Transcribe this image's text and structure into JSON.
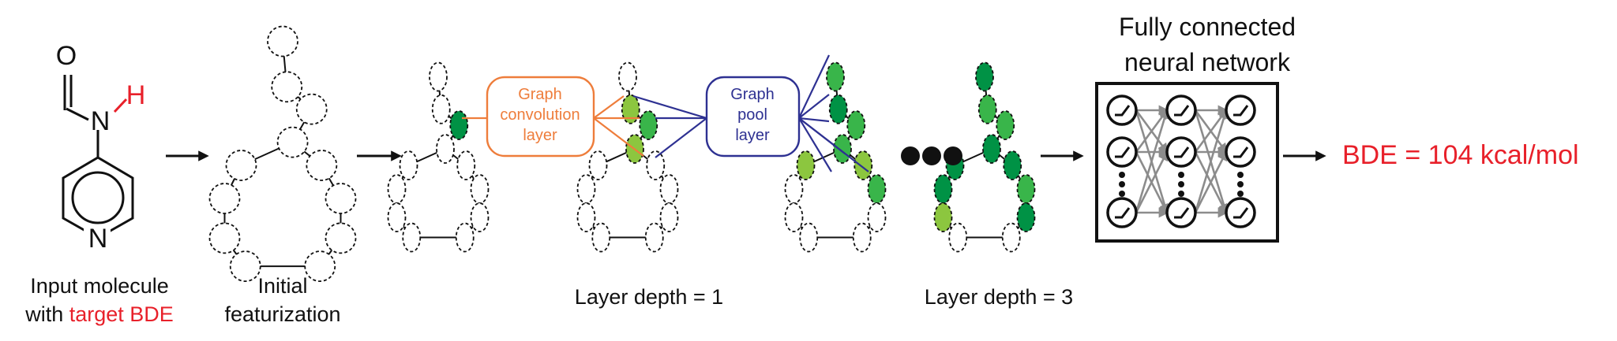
{
  "molecule": {
    "atom_o": "O",
    "atom_n_amide": "N",
    "atom_h": "H",
    "atom_n_ring": "N"
  },
  "labels": {
    "input_line1": "Input molecule",
    "input_line2_prefix": "with ",
    "input_line2_highlight": "target BDE",
    "init_line1": "Initial",
    "init_line2": "featurization",
    "depth1": "Layer depth = 1",
    "depth3": "Layer depth = 3",
    "fc_line1": "Fully connected",
    "fc_line2": "neural network",
    "result": "BDE = 104 kcal/mol"
  },
  "boxes": {
    "conv": [
      "Graph",
      "convolution",
      "layer"
    ],
    "pool": [
      "Graph",
      "pool",
      "layer"
    ]
  },
  "colors": {
    "highlight": "#e8202a",
    "conv": "#ee7d3b",
    "pool": "#2e3192",
    "green_light": "#8cc63f",
    "green_mid": "#39b54a",
    "green_dark": "#009245",
    "arrow_gray": "#8c8c8c"
  },
  "node_colors": {
    "graph_a": [
      "",
      "",
      "green_dark",
      "",
      "",
      "",
      "",
      "",
      "",
      "",
      "",
      ""
    ],
    "graph_b": [
      "",
      "green_light",
      "green_mid",
      "green_light",
      "",
      "",
      "",
      "",
      "",
      "",
      "",
      ""
    ],
    "graph_c": [
      "green_mid",
      "green_dark",
      "green_mid",
      "green_mid",
      "green_light",
      "green_light",
      "green_mid",
      "",
      "",
      "",
      "",
      ""
    ],
    "graph_d": [
      "green_dark",
      "green_mid",
      "green_mid",
      "green_dark",
      "green_dark",
      "green_dark",
      "green_mid",
      "green_dark",
      "green_dark",
      "green_light",
      "",
      ""
    ]
  },
  "nn_icon": "relu-neuron-icon"
}
